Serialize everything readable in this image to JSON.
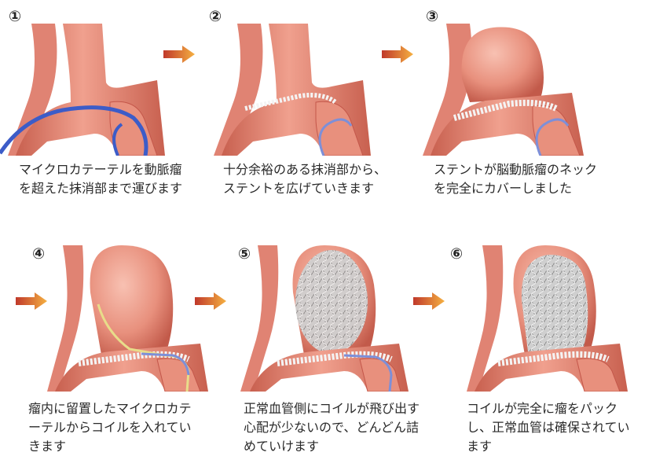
{
  "steps": [
    {
      "number": "①",
      "caption": "マイクロカテーテルを動脈瘤を超えた抹消部まで運びます"
    },
    {
      "number": "②",
      "caption": "十分余裕のある抹消部から、ステントを広げていきます"
    },
    {
      "number": "③",
      "caption": "ステントが脳動脈瘤のネックを完全にカバーしました"
    },
    {
      "number": "④",
      "caption": "瘤内に留置したマイクロカテーテルからコイルを入れていきます"
    },
    {
      "number": "⑤",
      "caption": "正常血管側にコイルが飛び出す心配が少ないので、どんどん詰めていけます"
    },
    {
      "number": "⑥",
      "caption": "コイルが完全に瘤をパックし、正常血管は確保されています"
    }
  ],
  "colors": {
    "vessel": "#e88a78",
    "vessel_dark": "#c4574a",
    "vessel_light": "#f6b8a8",
    "catheter": "#3c5cc8",
    "coil": "#d9d9d9",
    "arrow_start": "#c0392b",
    "arrow_end": "#f5b041"
  }
}
